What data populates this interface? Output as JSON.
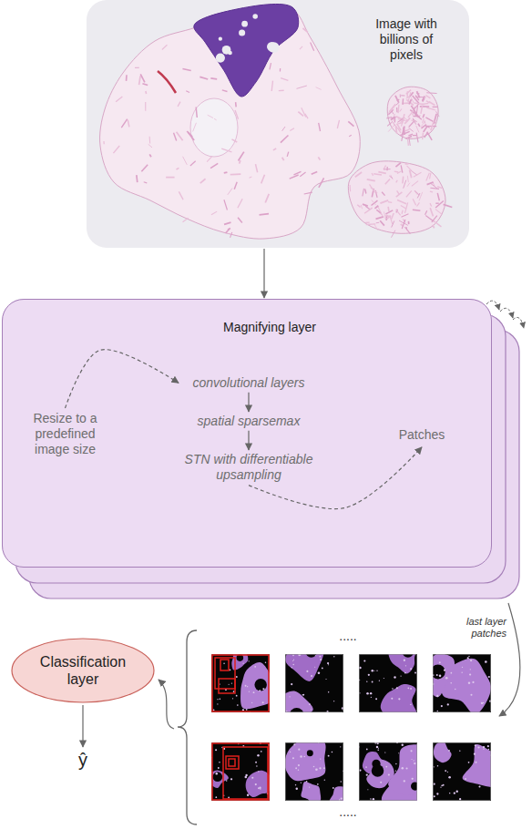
{
  "diagram": {
    "nodes": [
      {
        "text": [
          "Image with billions of pixels"
        ]
      },
      {
        "text": [
          "Magnifying layer"
        ]
      },
      {
        "text": [
          "Resize to a predefined image size"
        ],
        "in": 1
      },
      {
        "text": [
          "convolutional layers"
        ],
        "in": 1
      },
      {
        "text": [
          "spatial sparsemax"
        ],
        "in": 1
      },
      {
        "text": [
          "STN with differentiable upsampling"
        ],
        "in": 1
      },
      {
        "text": [
          "Patches"
        ],
        "in": 1
      },
      {
        "text": [
          "Classification layer"
        ]
      },
      {
        "text": [
          "ŷ"
        ]
      }
    ],
    "edges": [
      {
        "from": 0,
        "to": 1,
        "arrow": "to"
      },
      {
        "from": 2,
        "to": 3,
        "arrow": "to"
      },
      {
        "from": 3,
        "to": 4,
        "arrow": "to"
      },
      {
        "from": 4,
        "to": 5,
        "arrow": "to"
      },
      {
        "from": 5,
        "to": 6,
        "arrow": "to"
      },
      {
        "from": 7,
        "to": 8,
        "arrow": "to"
      }
    ],
    "labels": [
      "last layer patches",
      ".....",
      "....."
    ]
  }
}
